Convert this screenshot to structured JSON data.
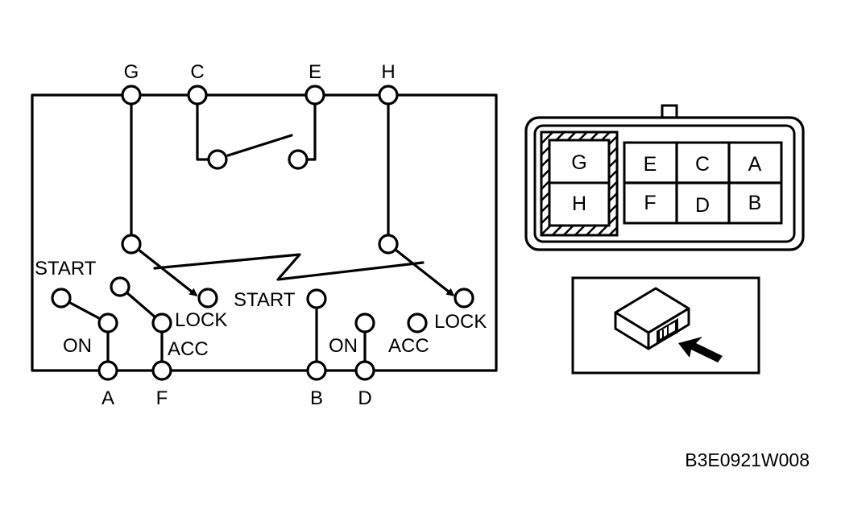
{
  "switch_diagram": {
    "top_terminals": [
      "G",
      "C",
      "E",
      "H"
    ],
    "bottom_terminals": [
      "A",
      "F",
      "B",
      "D"
    ],
    "positions": {
      "start_left": "START",
      "on_left": "ON",
      "lock_left": "LOCK",
      "acc_left": "ACC",
      "start_right": "START",
      "on_right": "ON",
      "acc_right": "ACC",
      "lock_right": "LOCK"
    }
  },
  "connector_face": {
    "cells": [
      "G",
      "H",
      "E",
      "C",
      "A",
      "F",
      "D",
      "B"
    ]
  },
  "figure_code": "B3E0921W008",
  "colors": {
    "ink": "#000000",
    "paper": "#ffffff"
  }
}
